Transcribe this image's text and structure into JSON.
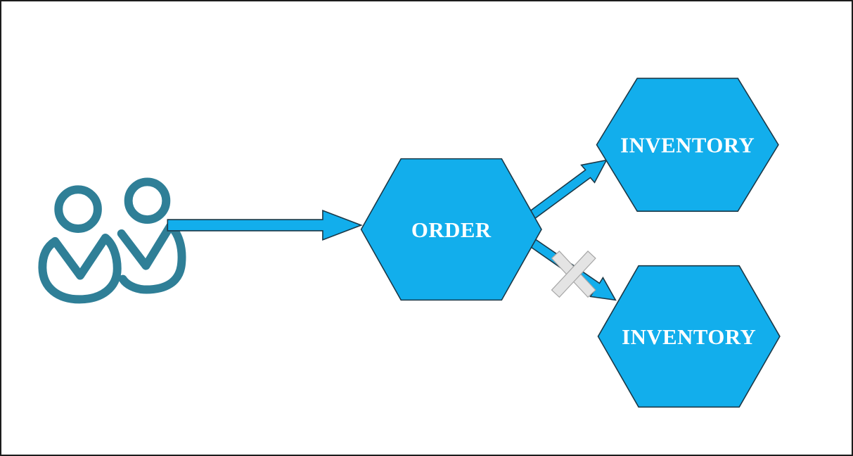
{
  "diagram": {
    "type": "flow-diagram",
    "background_color": "#ffffff",
    "border_color": "#1c1c1c",
    "colors": {
      "node_fill": "#12AEEC",
      "node_stroke": "#1b3847",
      "arrow_fill": "#12AEEC",
      "arrow_stroke": "#1b3847",
      "actor_icon_color": "#2F7F97",
      "cross_fill": "#E4E4E4",
      "cross_stroke": "#A6A6A6",
      "label_color": "#ffffff"
    },
    "nodes": {
      "order": {
        "label": "ORDER",
        "shape": "hexagon"
      },
      "inventory_top": {
        "label": "INVENTORY",
        "shape": "hexagon"
      },
      "inventory_bottom": {
        "label": "INVENTORY",
        "shape": "hexagon"
      }
    },
    "icons": [
      {
        "name": "users-icon",
        "meaning": "customers / users"
      },
      {
        "name": "cross-out-x-icon",
        "meaning": "blocked / failed path"
      }
    ],
    "edges": [
      {
        "from": "users",
        "to": "order",
        "style": "arrow"
      },
      {
        "from": "order",
        "to": "inventory_top",
        "style": "arrow"
      },
      {
        "from": "order",
        "to": "inventory_bottom",
        "style": "arrow",
        "crossed_out": true
      }
    ]
  }
}
